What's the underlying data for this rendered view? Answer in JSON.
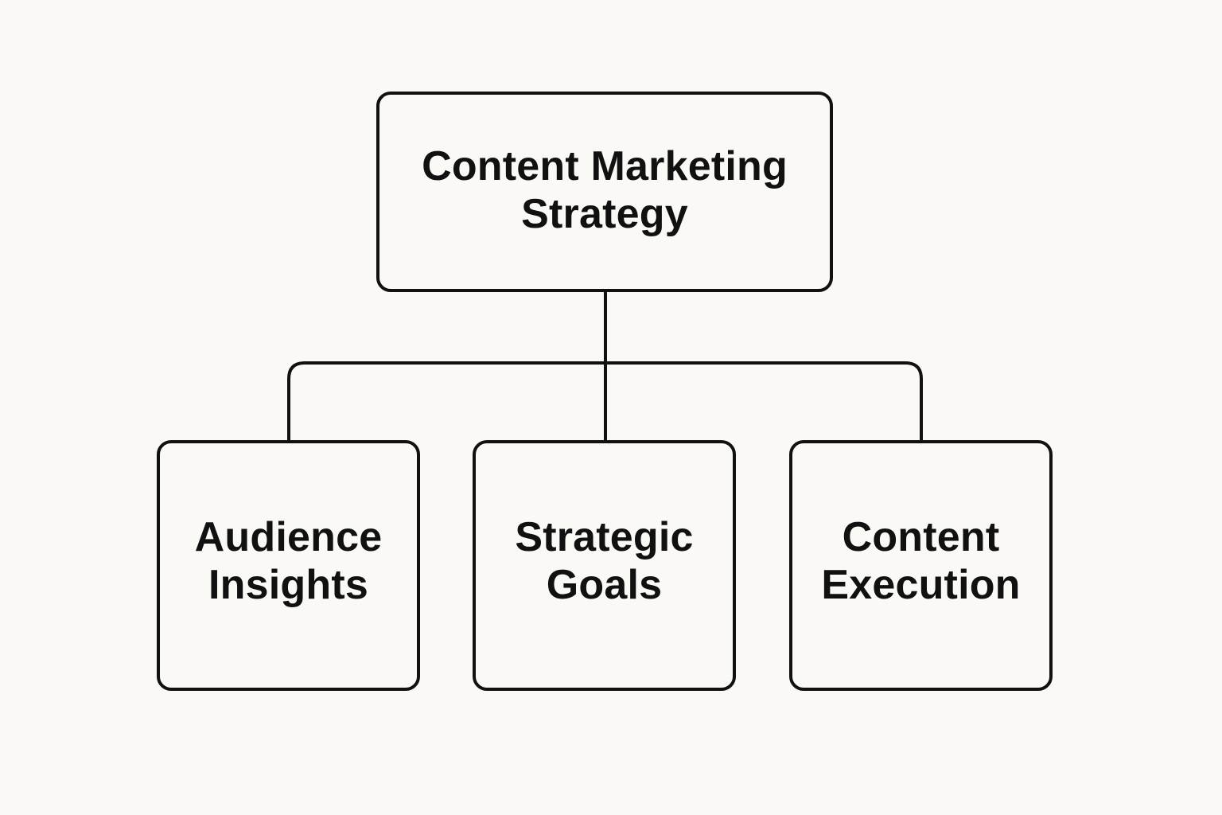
{
  "diagram": {
    "root": {
      "label_line1": "Content Marketing",
      "label_line2": "Strategy"
    },
    "children": [
      {
        "label_line1": "Audience",
        "label_line2": "Insights"
      },
      {
        "label_line1": "Strategic",
        "label_line2": "Goals"
      },
      {
        "label_line1": "Content",
        "label_line2": "Execution"
      }
    ]
  },
  "colors": {
    "background": "#faf9f6",
    "stroke": "#111111",
    "text": "#111111"
  }
}
